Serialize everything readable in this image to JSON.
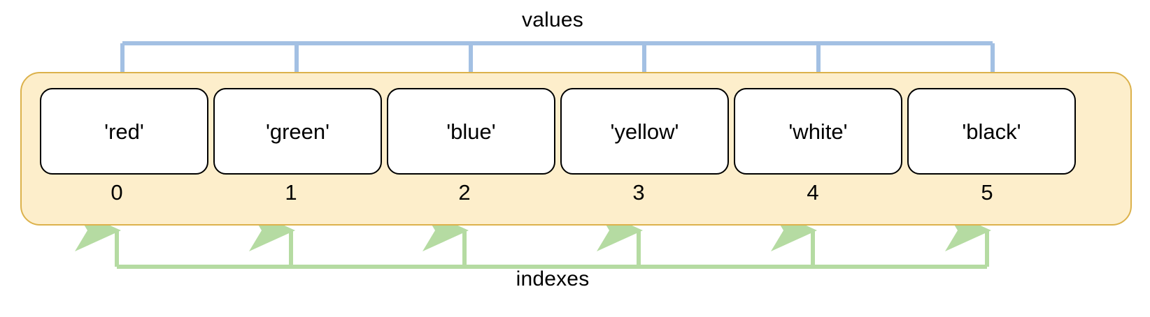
{
  "diagram": {
    "title_top": "values",
    "title_bottom": "indexes",
    "colors": {
      "container_fill": "#fdeecb",
      "container_border": "#dcb24c",
      "values_arrow": "#a3c0e3",
      "indexes_arrow": "#b5dba2",
      "cell_fill": "#ffffff",
      "cell_border": "#000000",
      "text": "#000000"
    },
    "cells": [
      {
        "value": "'red'",
        "index": "0"
      },
      {
        "value": "'green'",
        "index": "1"
      },
      {
        "value": "'blue'",
        "index": "2"
      },
      {
        "value": "'yellow'",
        "index": "3"
      },
      {
        "value": "'white'",
        "index": "4"
      },
      {
        "value": "'black'",
        "index": "5"
      }
    ]
  }
}
